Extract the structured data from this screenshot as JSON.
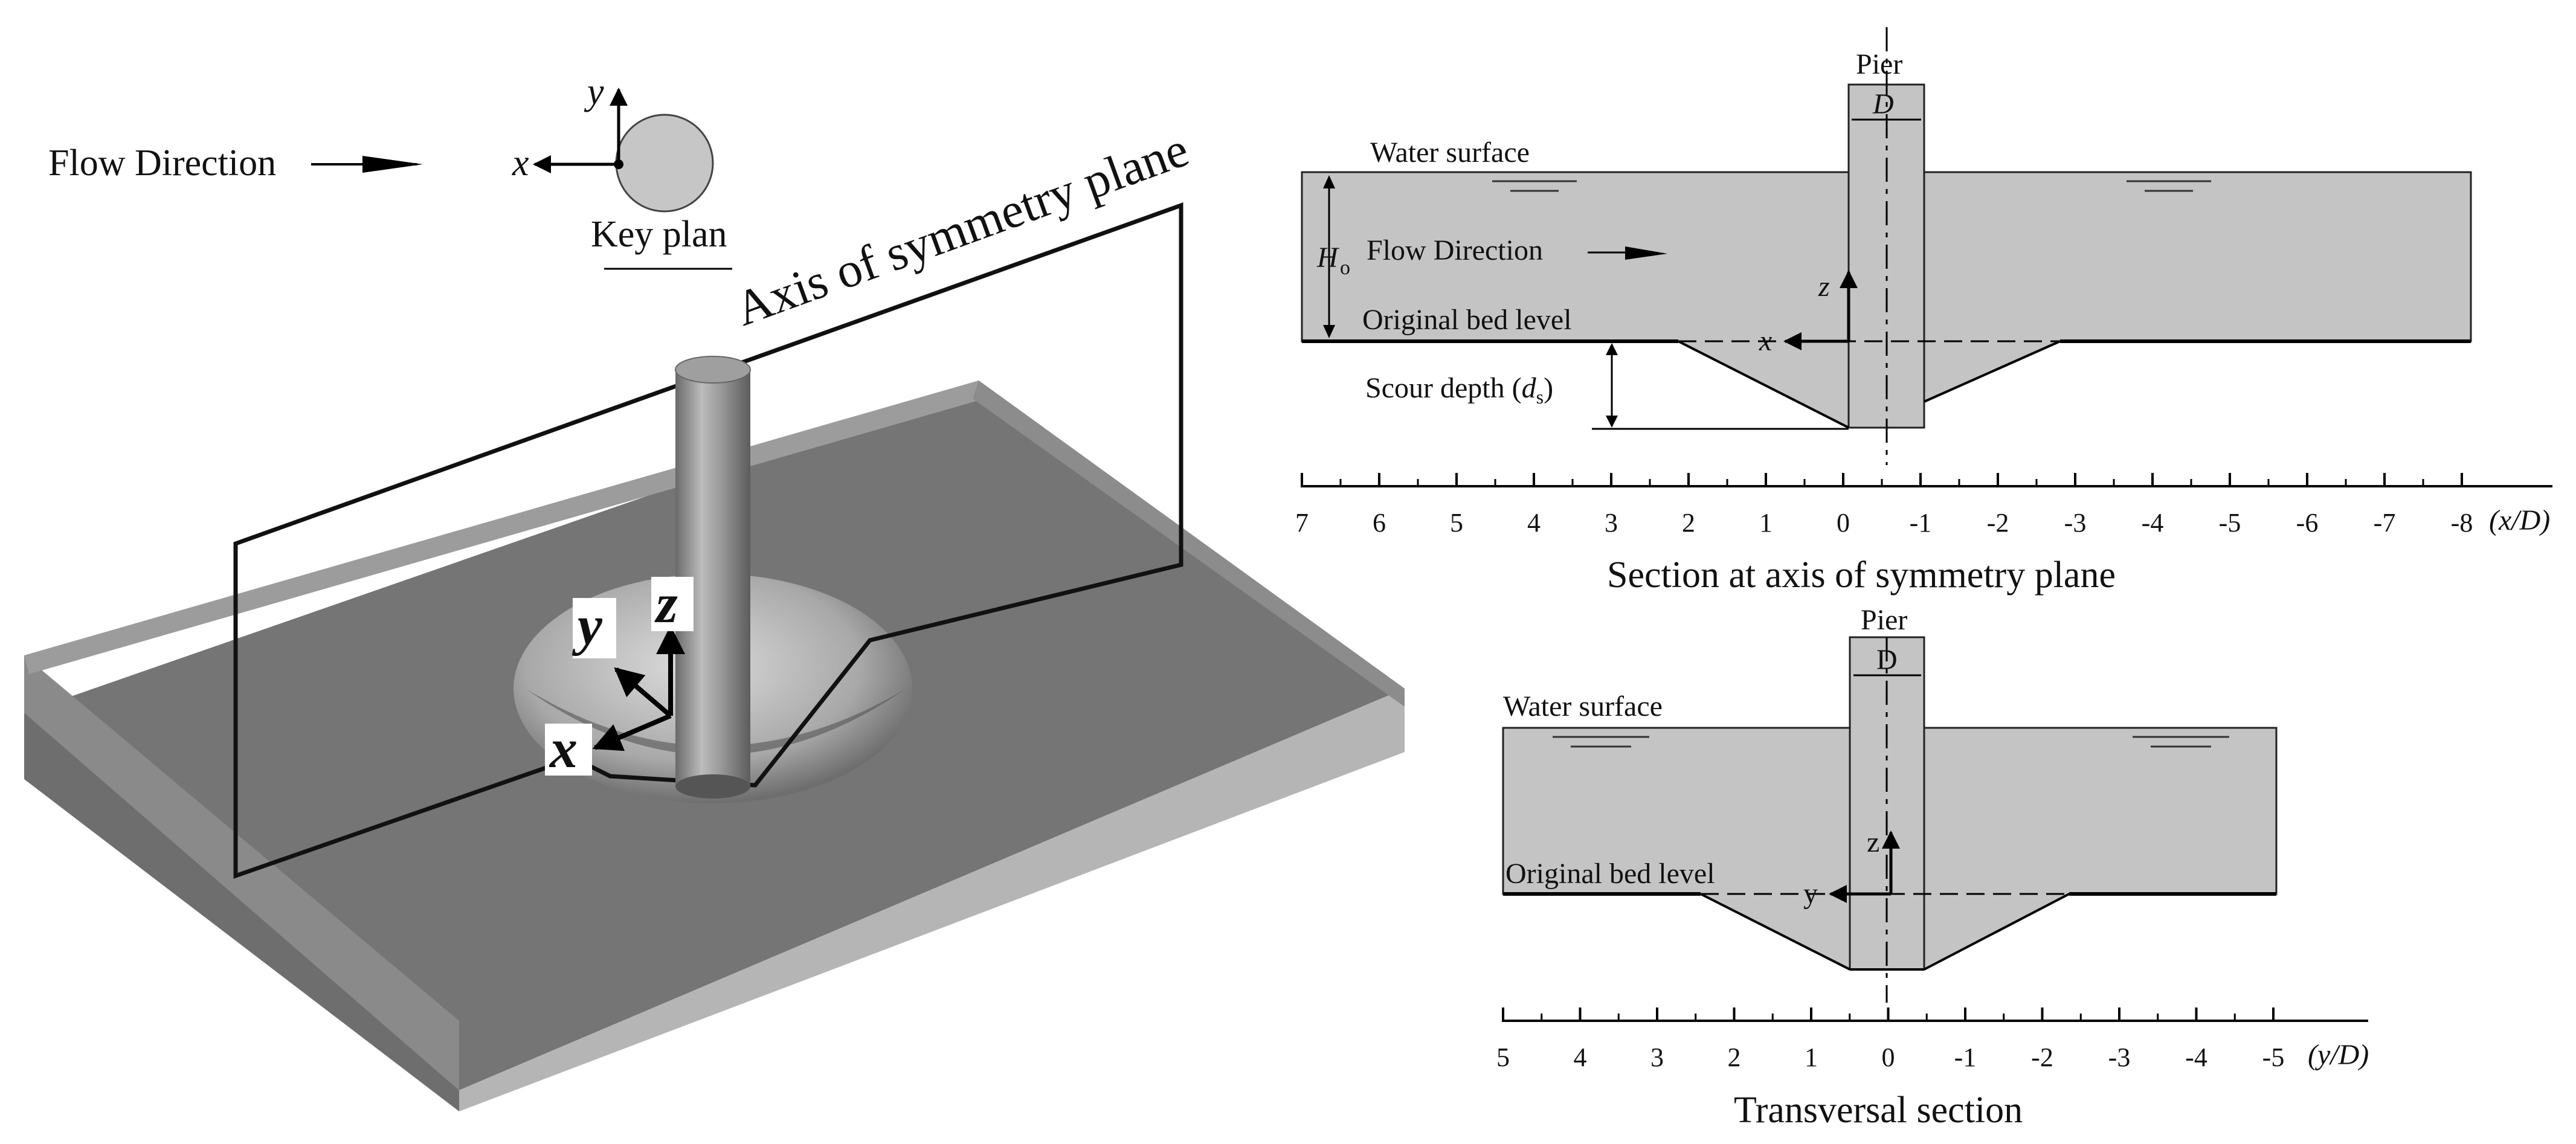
{
  "left_figure": {
    "flow_direction": "Flow Direction",
    "key_plan": {
      "title": "Key plan",
      "axis_x": "x",
      "axis_y": "y"
    },
    "symmetry_plane_label": "Axis of symmetry plane",
    "axes": {
      "x": "x",
      "y": "y",
      "z": "z"
    }
  },
  "section_symmetry": {
    "pier_label": "Pier",
    "pier_width_symbol": "D",
    "water_surface": "Water surface",
    "depth_symbol": "H",
    "depth_subscript": "o",
    "flow_direction": "Flow Direction",
    "bed_level": "Original bed level",
    "scour_label": "Scour depth (",
    "scour_symbol": "d",
    "scour_subscript": "s",
    "scour_close": ")",
    "axis_z": "z",
    "axis_x": "x",
    "ticks": [
      "7",
      "6",
      "5",
      "4",
      "3",
      "2",
      "1",
      "0",
      "-1",
      "-2",
      "-3",
      "-4",
      "-5",
      "-6",
      "-7",
      "-8"
    ],
    "axis_unit": "(x/D)",
    "caption": "Section at axis of symmetry plane"
  },
  "section_transversal": {
    "pier_label": "Pier",
    "pier_width_symbol": "D",
    "water_surface": "Water surface",
    "bed_level": "Original bed level",
    "axis_z": "z",
    "axis_y": "y",
    "ticks": [
      "5",
      "4",
      "3",
      "2",
      "1",
      "0",
      "-1",
      "-2",
      "-3",
      "-4",
      "-5"
    ],
    "axis_unit": "(y/D)",
    "caption": "Transversal section"
  }
}
